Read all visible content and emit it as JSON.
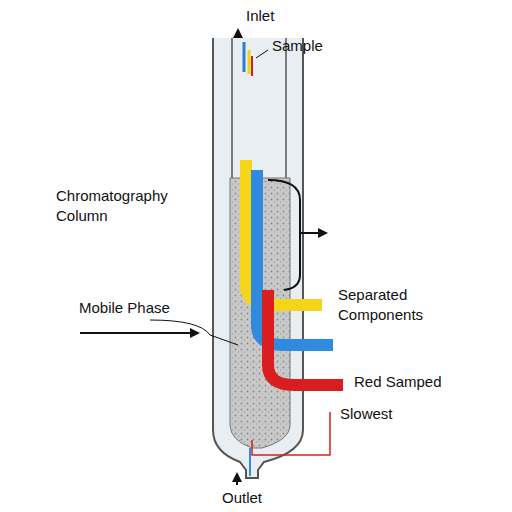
{
  "diagram": {
    "labels": [
      "Inlet",
      "Sample",
      "Chromatography Column",
      "Mobile Phase",
      "Separated Components",
      "Red Samped",
      "Slowest",
      "Outlet"
    ]
  }
}
